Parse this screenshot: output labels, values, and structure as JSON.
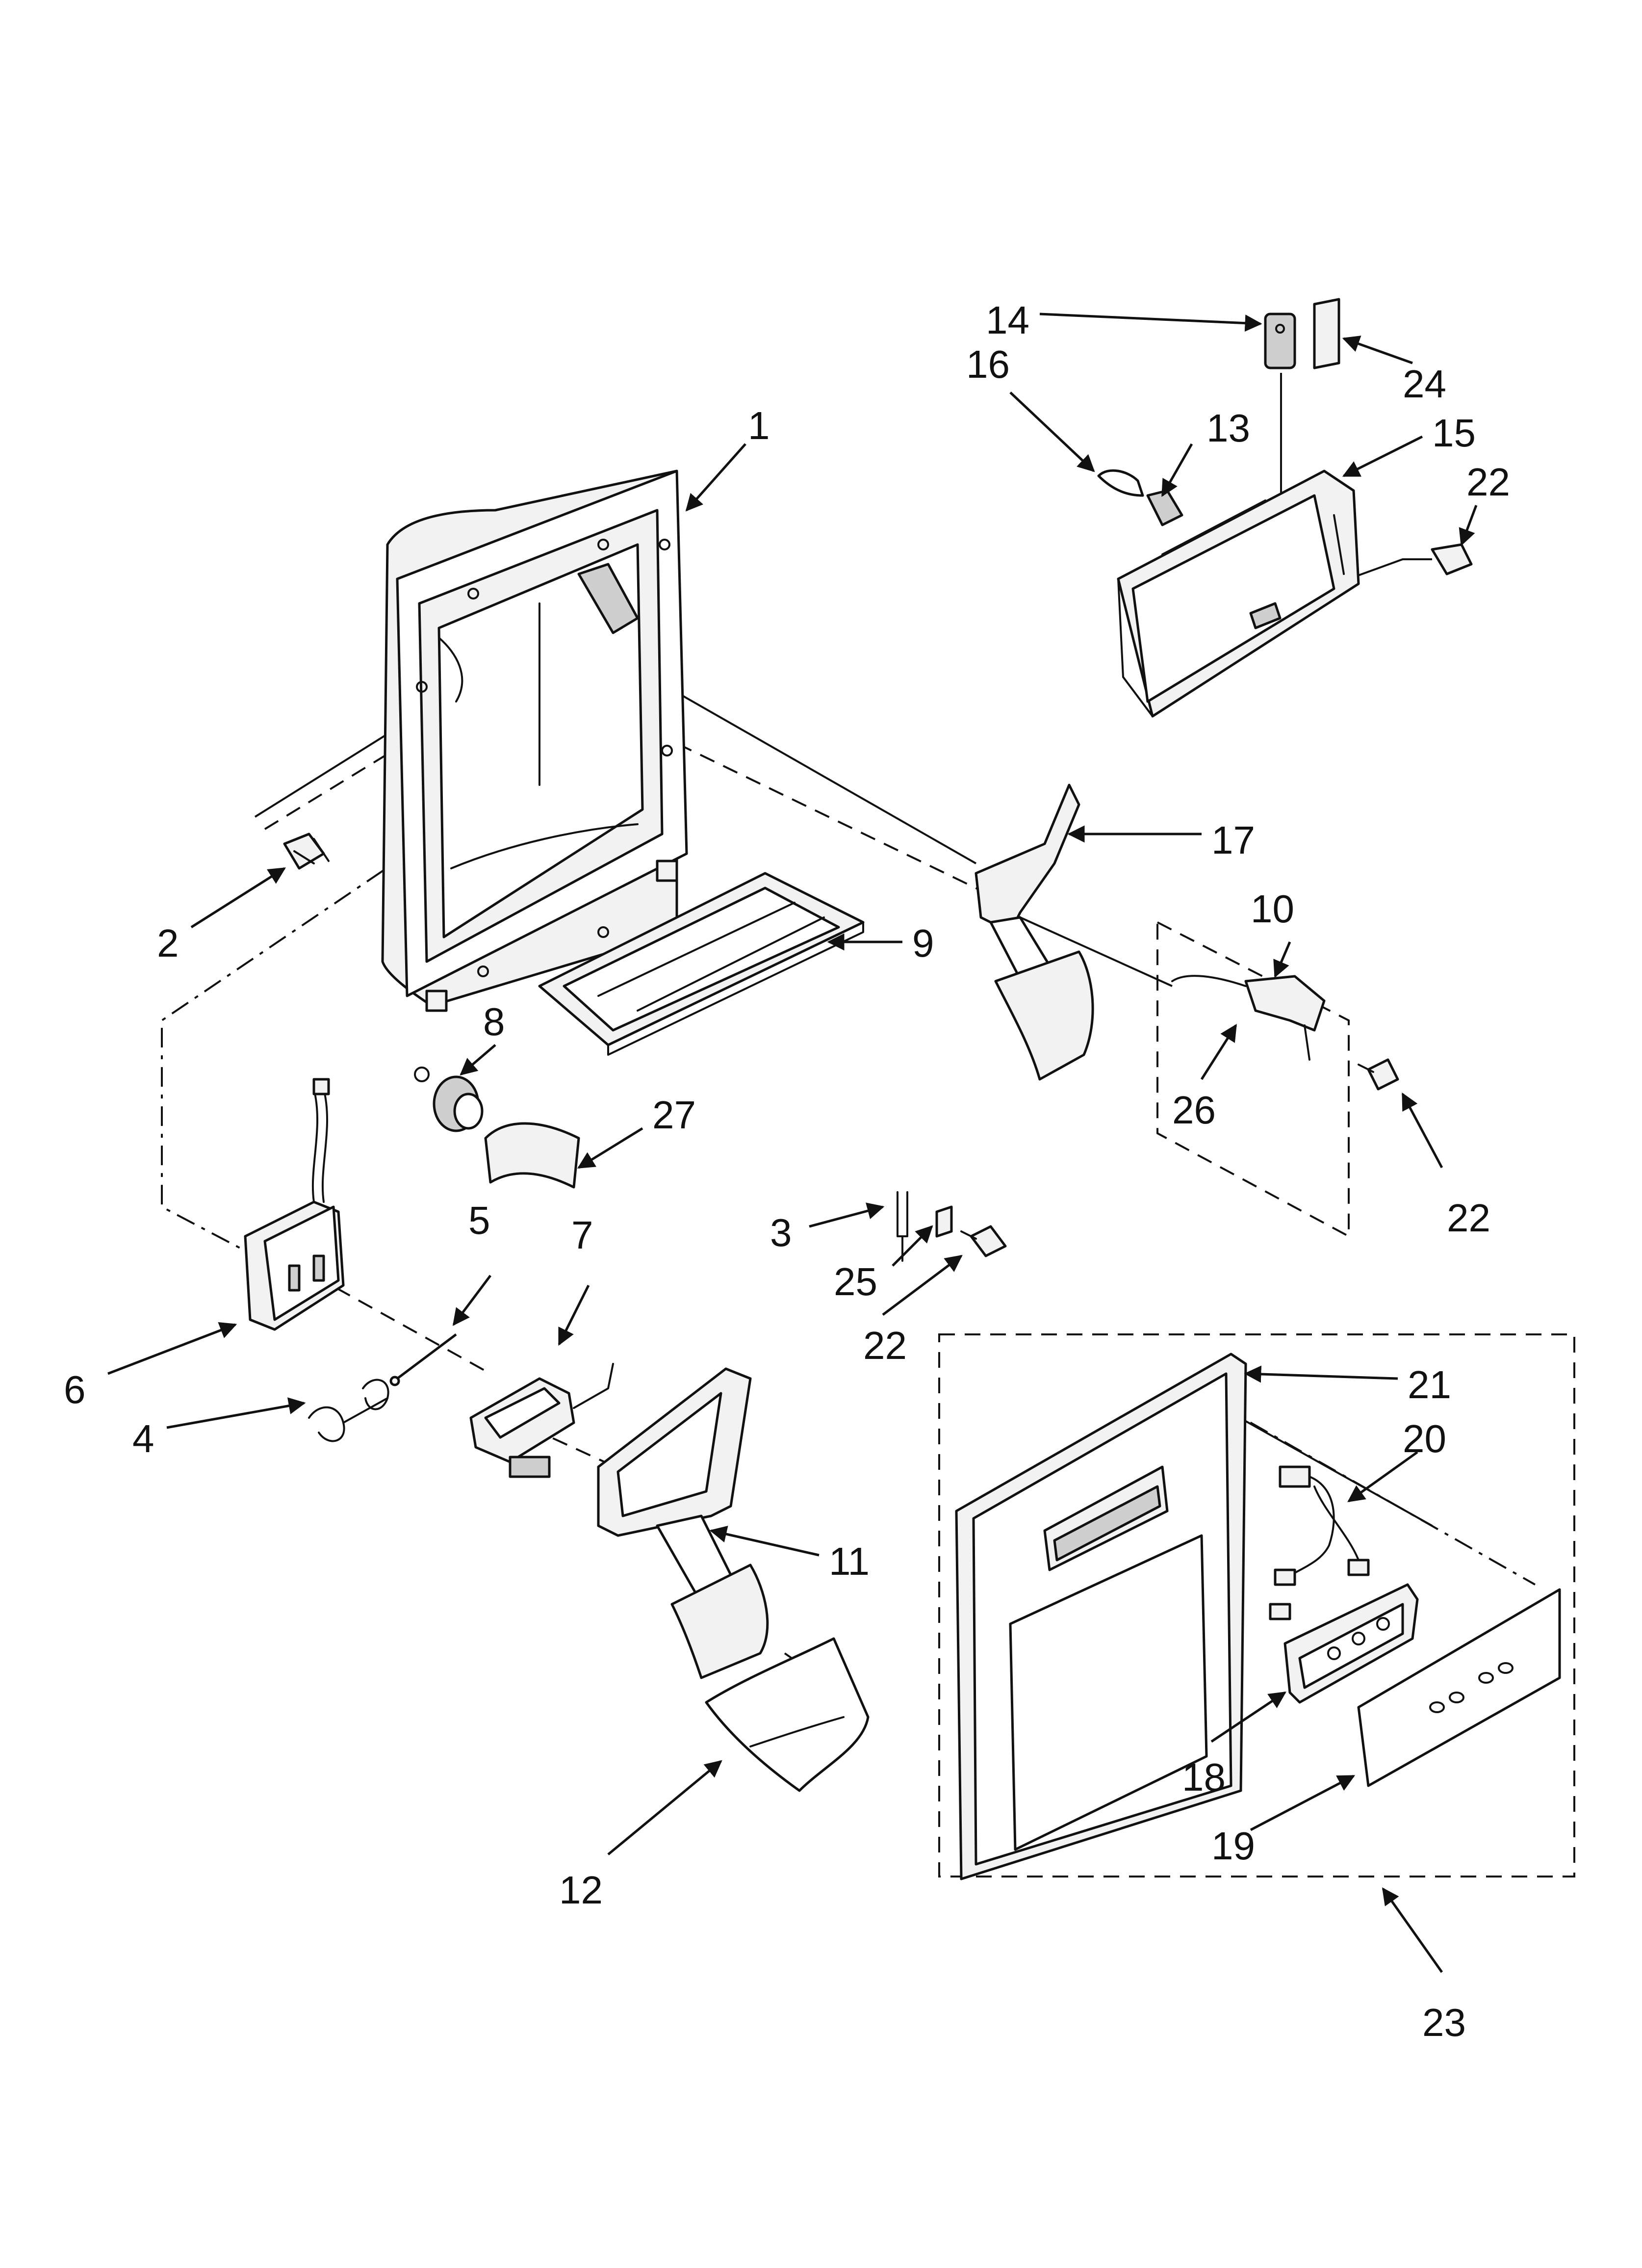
{
  "callouts": [
    {
      "id": "c1",
      "label": "1"
    },
    {
      "id": "c2",
      "label": "2"
    },
    {
      "id": "c3",
      "label": "3"
    },
    {
      "id": "c4",
      "label": "4"
    },
    {
      "id": "c5",
      "label": "5"
    },
    {
      "id": "c6",
      "label": "6"
    },
    {
      "id": "c7",
      "label": "7"
    },
    {
      "id": "c8",
      "label": "8"
    },
    {
      "id": "c9",
      "label": "9"
    },
    {
      "id": "c10",
      "label": "10"
    },
    {
      "id": "c11",
      "label": "11"
    },
    {
      "id": "c12",
      "label": "12"
    },
    {
      "id": "c13",
      "label": "13"
    },
    {
      "id": "c14",
      "label": "14"
    },
    {
      "id": "c15",
      "label": "15"
    },
    {
      "id": "c16",
      "label": "16"
    },
    {
      "id": "c17",
      "label": "17"
    },
    {
      "id": "c18",
      "label": "18"
    },
    {
      "id": "c19",
      "label": "19"
    },
    {
      "id": "c20",
      "label": "20"
    },
    {
      "id": "c21",
      "label": "21"
    },
    {
      "id": "c22a",
      "label": "22"
    },
    {
      "id": "c22b",
      "label": "22"
    },
    {
      "id": "c22c",
      "label": "22"
    },
    {
      "id": "c23",
      "label": "23"
    },
    {
      "id": "c24",
      "label": "24"
    },
    {
      "id": "c25",
      "label": "25"
    },
    {
      "id": "c26",
      "label": "26"
    },
    {
      "id": "c27",
      "label": "27"
    }
  ]
}
